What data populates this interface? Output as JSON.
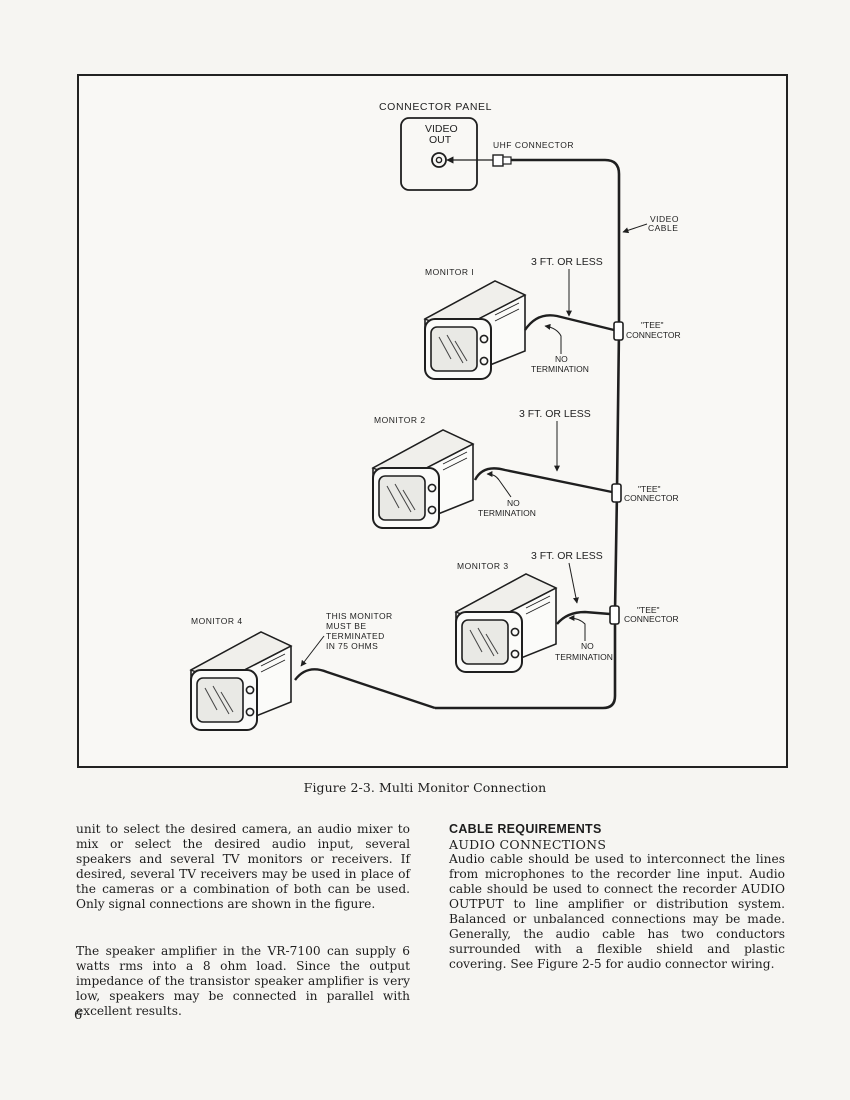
{
  "figure": {
    "labels": {
      "connector_panel": "CONNECTOR PANEL",
      "video_out_1": "VIDEO",
      "video_out_2": "OUT",
      "uhf_connector": "UHF CONNECTOR",
      "video_cable_1": "VIDEO",
      "video_cable_2": "CABLE",
      "monitor_1": "MONITOR I",
      "monitor_2": "MONITOR 2",
      "monitor_3": "MONITOR 3",
      "monitor_4": "MONITOR 4",
      "three_ft_1": "3 FT. OR LESS",
      "three_ft_2": "3 FT. OR LESS",
      "three_ft_3": "3 FT. OR LESS",
      "tee_1a": "\"TEE\"",
      "tee_1b": "CONNECTOR",
      "tee_2a": "\"TEE\"",
      "tee_2b": "CONNECTOR",
      "tee_3a": "\"TEE\"",
      "tee_3b": "CONNECTOR",
      "no_term_1a": "NO",
      "no_term_1b": "TERMINATION",
      "no_term_2a": "NO",
      "no_term_2b": "TERMINATION",
      "no_term_3a": "NO",
      "no_term_3b": "TERMINATION",
      "terminated_1": "THIS MONITOR",
      "terminated_2": "MUST BE",
      "terminated_3": "TERMINATED",
      "terminated_4": "IN 75 OHMS"
    },
    "caption": "Figure 2-3. Multi Monitor Connection"
  },
  "left_column": {
    "paragraph_1": "unit to select the desired camera, an audio mixer to mix or select the desired audio input, several speakers and several TV monitors or receivers. If desired, several TV receivers may be used in place of the cameras or a combination of both can be used. Only signal connections are shown in the figure.",
    "paragraph_2": "The speaker amplifier in the VR-7100 can supply 6 watts rms into a 8 ohm load. Since the output impedance of the transistor speaker amplifier is very low, speakers may be connected in parallel with excellent results."
  },
  "right_column": {
    "heading": "CABLE REQUIREMENTS",
    "subheading": "AUDIO CONNECTIONS",
    "paragraph": "Audio cable should be used to interconnect the lines from microphones to the recorder line input. Audio cable should be used to connect the recorder AUDIO OUTPUT to line amplifier or distribution system. Balanced or unbalanced connections may be made. Generally, the audio cable has two conductors surrounded with a flexible shield and plastic covering. See Figure 2-5 for audio connector wiring."
  },
  "page_number": "6"
}
